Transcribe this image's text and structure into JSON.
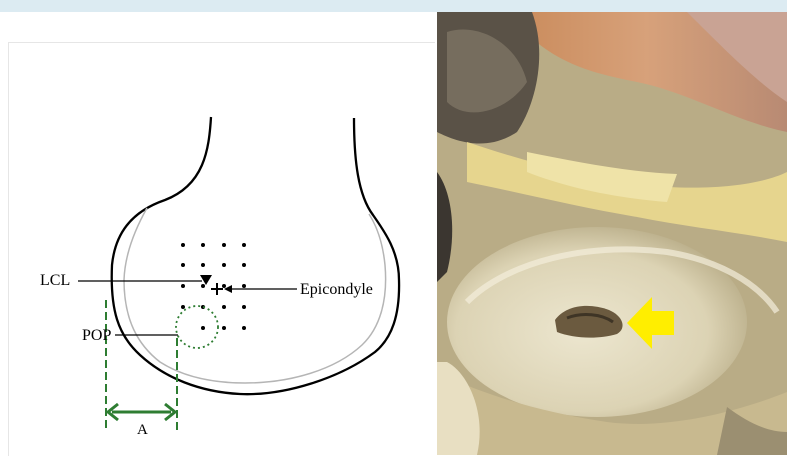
{
  "diagram": {
    "labels": {
      "lcl": "LCL",
      "epicondyle": "Epicondyle",
      "pop": "POP",
      "distance": "A"
    },
    "colors": {
      "outline": "#000000",
      "cartilage_line": "#b5b5b5",
      "measure_green": "#2e7d32",
      "dot": "#000000"
    }
  },
  "photo": {
    "marker_color": "#ffee00",
    "marker_icon": "arrow-left-icon"
  }
}
